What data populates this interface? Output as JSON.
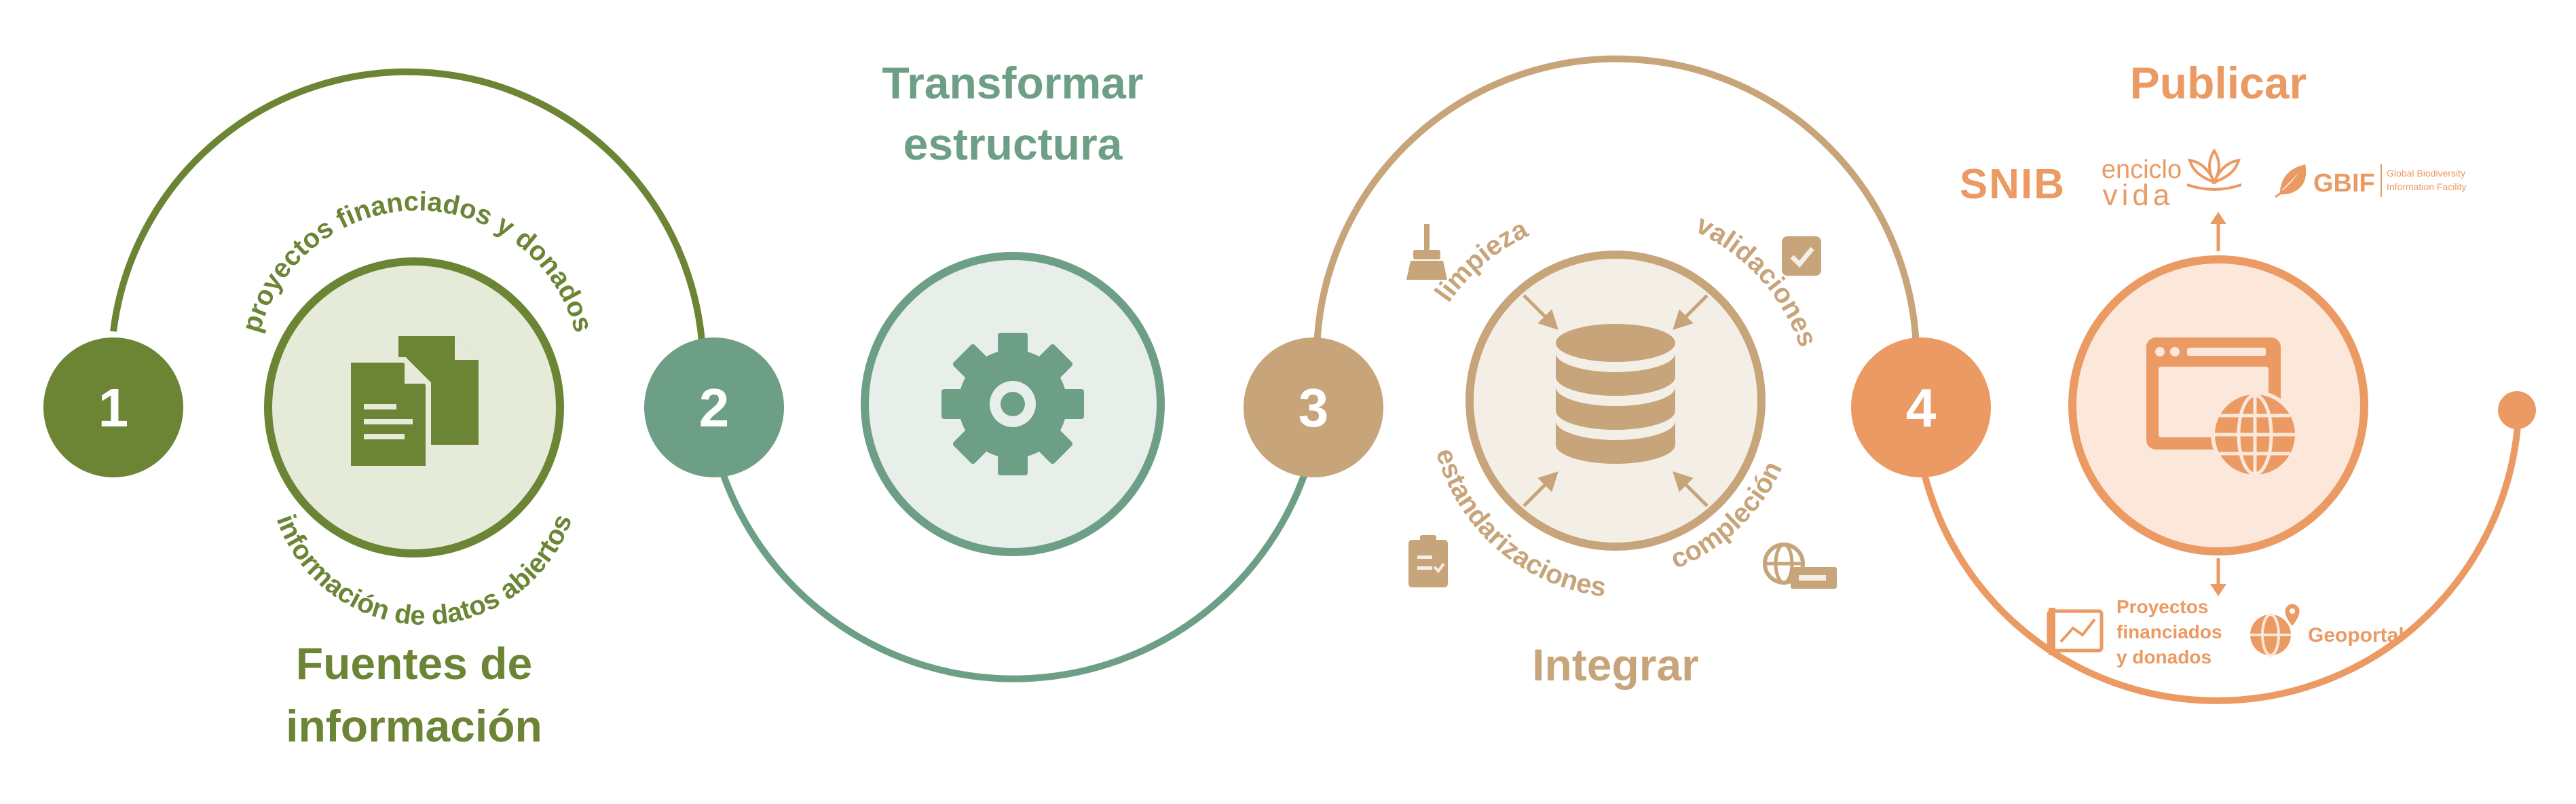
{
  "colors": {
    "green": "#6b8535",
    "green_light": "#e6ebd9",
    "teal": "#6d9f86",
    "teal_light": "#e8efea",
    "tan": "#c7a47a",
    "tan_light": "#f3efe7",
    "orange": "#eb9a63",
    "orange_light": "#fbe8da"
  },
  "steps": [
    {
      "number": "1",
      "title_lines": [
        "Fuentes de",
        "información"
      ],
      "arc_top": "proyectos financiados y donados",
      "arc_bottom": "información de datos abiertos",
      "icon": "documents-icon"
    },
    {
      "number": "2",
      "title_lines": [
        "Transformar",
        "estructura"
      ],
      "icon": "gear-icon"
    },
    {
      "number": "3",
      "title_lines": [
        "Integrar"
      ],
      "processes": {
        "top_left": "limpieza",
        "top_right": "validaciones",
        "bottom_left": "estandarizaciones",
        "bottom_right": "compleción"
      },
      "icon": "database-icon",
      "process_icons": [
        "broom-icon",
        "checkbox-icon",
        "clipboard-icon",
        "globe-form-icon"
      ]
    },
    {
      "number": "4",
      "title_lines": [
        "Publicar"
      ],
      "icon": "web-globe-icon",
      "platforms": {
        "snib": "SNIB",
        "enciclovida_line1": "enciclo",
        "enciclovida_line2": "vida",
        "gbif": "GBIF",
        "gbif_desc_line1": "Global Biodiversity",
        "gbif_desc_line2": "Information Facility"
      },
      "outputs": {
        "proyectos_lines": [
          "Proyectos",
          "financiados",
          "y donados"
        ],
        "geoportal": "Geoportal"
      }
    }
  ]
}
